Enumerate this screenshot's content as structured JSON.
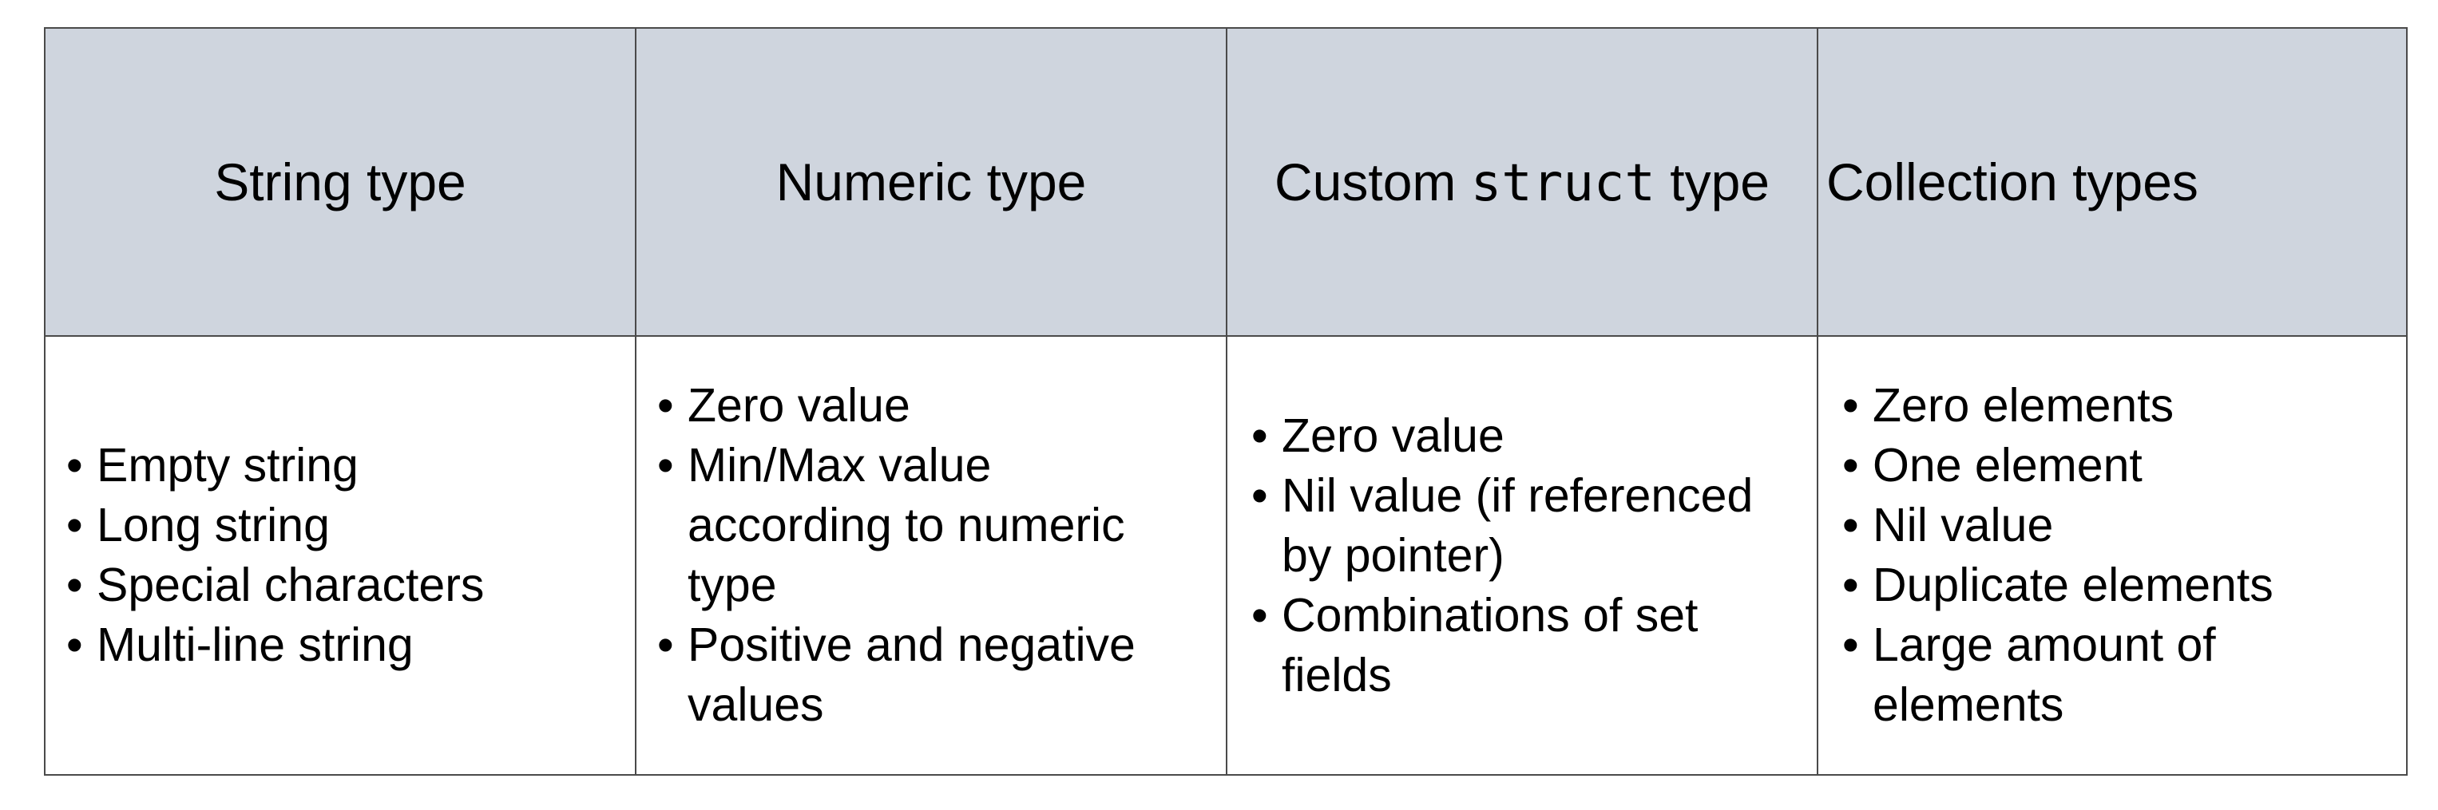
{
  "columns": [
    {
      "header": "String type",
      "items": [
        "Empty string",
        "Long string",
        "Special characters",
        "Multi-line string"
      ]
    },
    {
      "header": "Numeric type",
      "items": [
        "Zero value",
        "Min/Max value according to numeric type",
        "Positive and negative values"
      ]
    },
    {
      "header_parts": [
        "Custom ",
        "struct",
        " type"
      ],
      "items": [
        "Zero value",
        "Nil value (if referenced by pointer)",
        "Combinations of set fields"
      ]
    },
    {
      "header": "Collection types",
      "items": [
        "Zero elements",
        "One element",
        "Nil value",
        "Duplicate elements",
        "Large amount of elements"
      ]
    }
  ],
  "colors": {
    "header_bg": "#cfd5de",
    "border": "#4a4a4a"
  }
}
